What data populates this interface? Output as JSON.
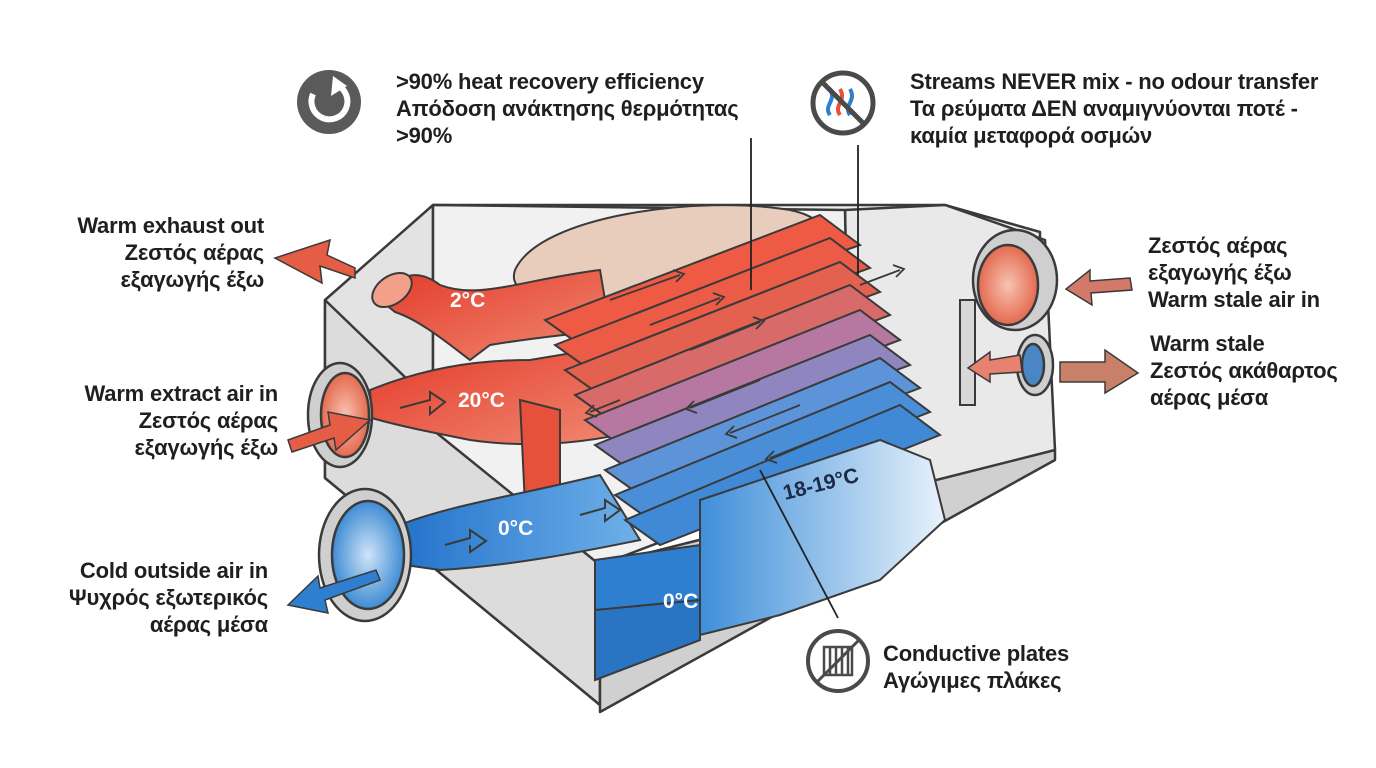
{
  "callouts": {
    "efficiency": {
      "icon": "heat-recovery-cycle-icon",
      "lines": [
        ">90% heat recovery efficiency",
        "Απόδοση ανάκτησης θερμότητας",
        ">90%"
      ]
    },
    "no_mix": {
      "icon": "no-mixing-streams-icon",
      "lines": [
        "Streams NEVER mix - no odour transfer",
        "Τα ρεύματα ΔΕΝ αναμιγνύονται ποτέ -",
        "καμία μεταφορά οσμών"
      ]
    },
    "plates": {
      "icon": "conductive-plates-icon",
      "lines": [
        "Conductive plates",
        "Αγώγιμες πλάκες"
      ]
    }
  },
  "flows": {
    "warm_exhaust_out": [
      "Warm exhaust out",
      "Ζεστός αέρας",
      "εξαγωγής έξω"
    ],
    "warm_extract_in": [
      "Warm extract air in",
      "Ζεστός αέρας",
      "εξαγωγής έξω"
    ],
    "cold_outside_in": [
      "Cold outside air in",
      "Ψυχρός εξωτερικός",
      "αέρας μέσα"
    ],
    "right_top": [
      "Ζεστός αέρας",
      "εξαγωγής έξω",
      "Warm stale air in"
    ],
    "right_bottom": [
      "Warm stale",
      "Ζεστός ακάθαρτος",
      "αέρας μέσα"
    ]
  },
  "temperatures": {
    "exhaust": "2°C",
    "extract": "20°C",
    "outside": "0°C",
    "supply": "18-19°C",
    "lower": "0°C"
  },
  "colors": {
    "warm": "#e8503a",
    "warm_light": "#f2a08a",
    "cold": "#2f7fd0",
    "cold_light": "#9cc8ef",
    "casing": "#e6e6e6",
    "casing_edge": "#3a3a3a",
    "brown_arrow": "#c98068",
    "icon_gray": "#5a5a5a"
  }
}
